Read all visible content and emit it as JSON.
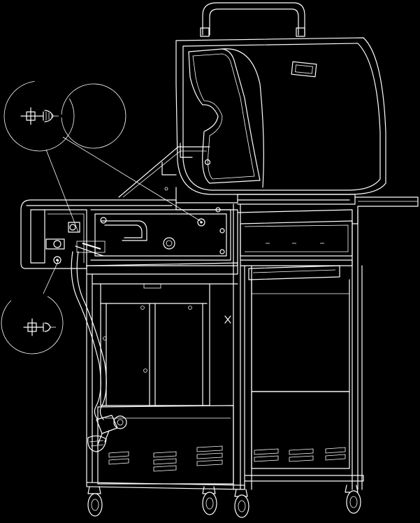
{
  "figure": {
    "type": "line-art assembly diagram",
    "subject": "gas grill",
    "colors": {
      "background": "#000000",
      "line": "#ffffff"
    },
    "callouts": [
      {
        "id": "upper",
        "icon": "screw-with-washer-icon"
      },
      {
        "id": "lower",
        "icon": "screw-with-washer-icon"
      }
    ]
  }
}
